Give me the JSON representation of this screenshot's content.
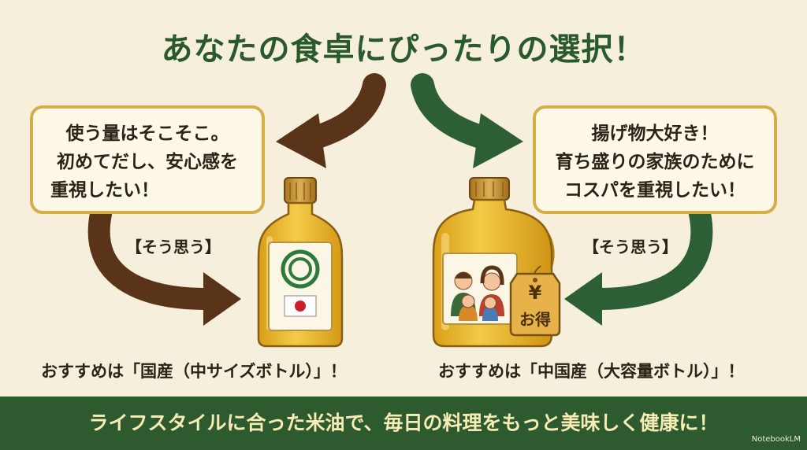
{
  "title": "あなたの食卓にぴったりの選択！",
  "left": {
    "bubble_lines": [
      "使う量はそこそこ。",
      "初めてだし、安心感を",
      "重視したい！"
    ],
    "label": "【そう思う】",
    "recommend": "おすすめは「国産（中サイズボトル）」！"
  },
  "right": {
    "bubble_lines": [
      "揚げ物大好き！",
      "育ち盛りの家族のために",
      "コスパを重視したい！"
    ],
    "label": "【そう思う】",
    "recommend": "おすすめは「中国産（大容量ボトル）」！",
    "tag_symbol": "¥",
    "tag_text": "お得"
  },
  "footer": "ライフスタイルに合った米油で、毎日の料理をもっと美味しく健康に！",
  "brand": "NotebookLM",
  "colors": {
    "background": "#f6efdc",
    "title": "#2a5a2c",
    "brown_arrow": "#5a3418",
    "green_arrow": "#2d5f34",
    "bubble_border": "#d4ae48",
    "bubble_fill": "#fdf8e8",
    "oil": "#e8bb28",
    "cap": "#c8952c",
    "footer_bg": "#2d5a2e",
    "footer_text": "#f6ecb4"
  },
  "icons": [
    "heart-icon",
    "family-icon",
    "japan-flag-icon",
    "yen-tag-icon"
  ]
}
